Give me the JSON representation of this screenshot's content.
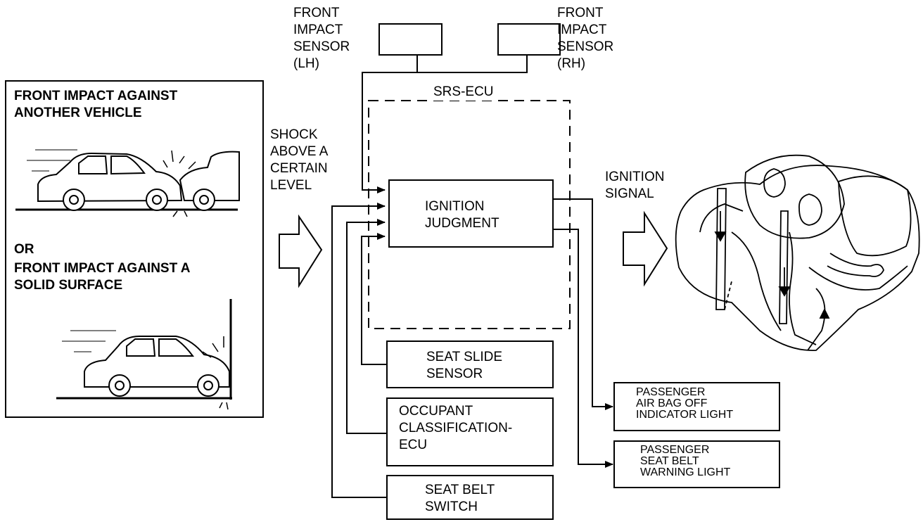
{
  "scenario_panel": {
    "heading_1": "FRONT IMPACT AGAINST\nANOTHER VEHICLE",
    "or_label": "OR",
    "heading_2": "FRONT IMPACT AGAINST A\nSOLID SURFACE"
  },
  "shock_label": "SHOCK\nABOVE A\nCERTAIN\nLEVEL",
  "sensors": {
    "left": "FRONT\nIMPACT\nSENSOR\n(LH)",
    "right": "FRONT\nIMPACT\nSENSOR\n(RH)"
  },
  "ecu": {
    "label": "SRS-ECU",
    "judgment": "IGNITION\nJUDGMENT"
  },
  "inputs": {
    "seat_slide": "SEAT SLIDE\nSENSOR",
    "occupant": "OCCUPANT\nCLASSIFICATION-\nECU",
    "seat_belt": "SEAT BELT\nSWITCH"
  },
  "ignition_signal": "IGNITION\nSIGNAL",
  "outputs": {
    "airbag_off": "PASSENGER\nAIR BAG OFF\nINDICATOR LIGHT",
    "belt_warning": "PASSENGER\nSEAT BELT\nWARNING LIGHT"
  }
}
